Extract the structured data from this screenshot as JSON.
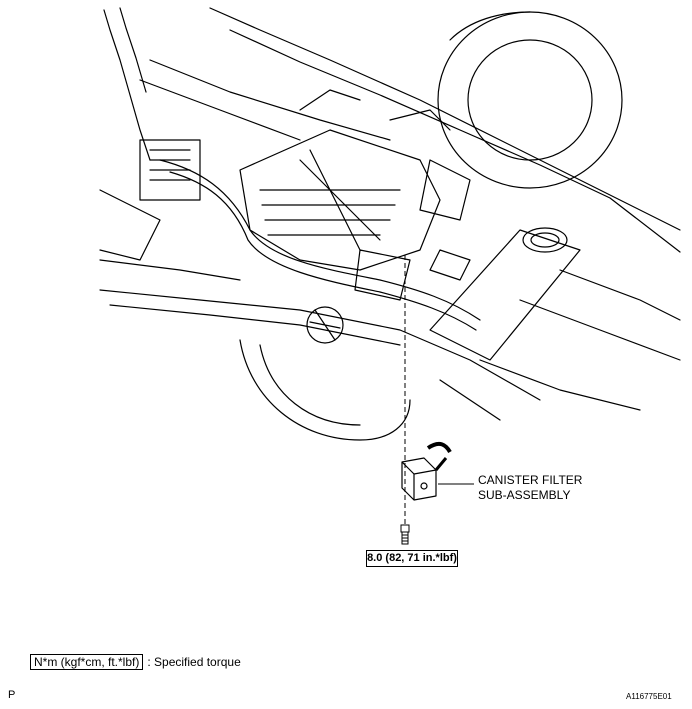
{
  "callout": {
    "part_name_line1": "CANISTER FILTER",
    "part_name_line2": "SUB-ASSEMBLY"
  },
  "torque": {
    "value": "8.0 (82, 71 in.*lbf)"
  },
  "legend": {
    "unit_box": "N*m (kgf*cm, ft.*lbf)",
    "description": ": Specified torque"
  },
  "footer": {
    "corner_letter": "P",
    "figure_id": "A116775E01"
  },
  "colors": {
    "line": "#000000",
    "background": "#ffffff"
  }
}
